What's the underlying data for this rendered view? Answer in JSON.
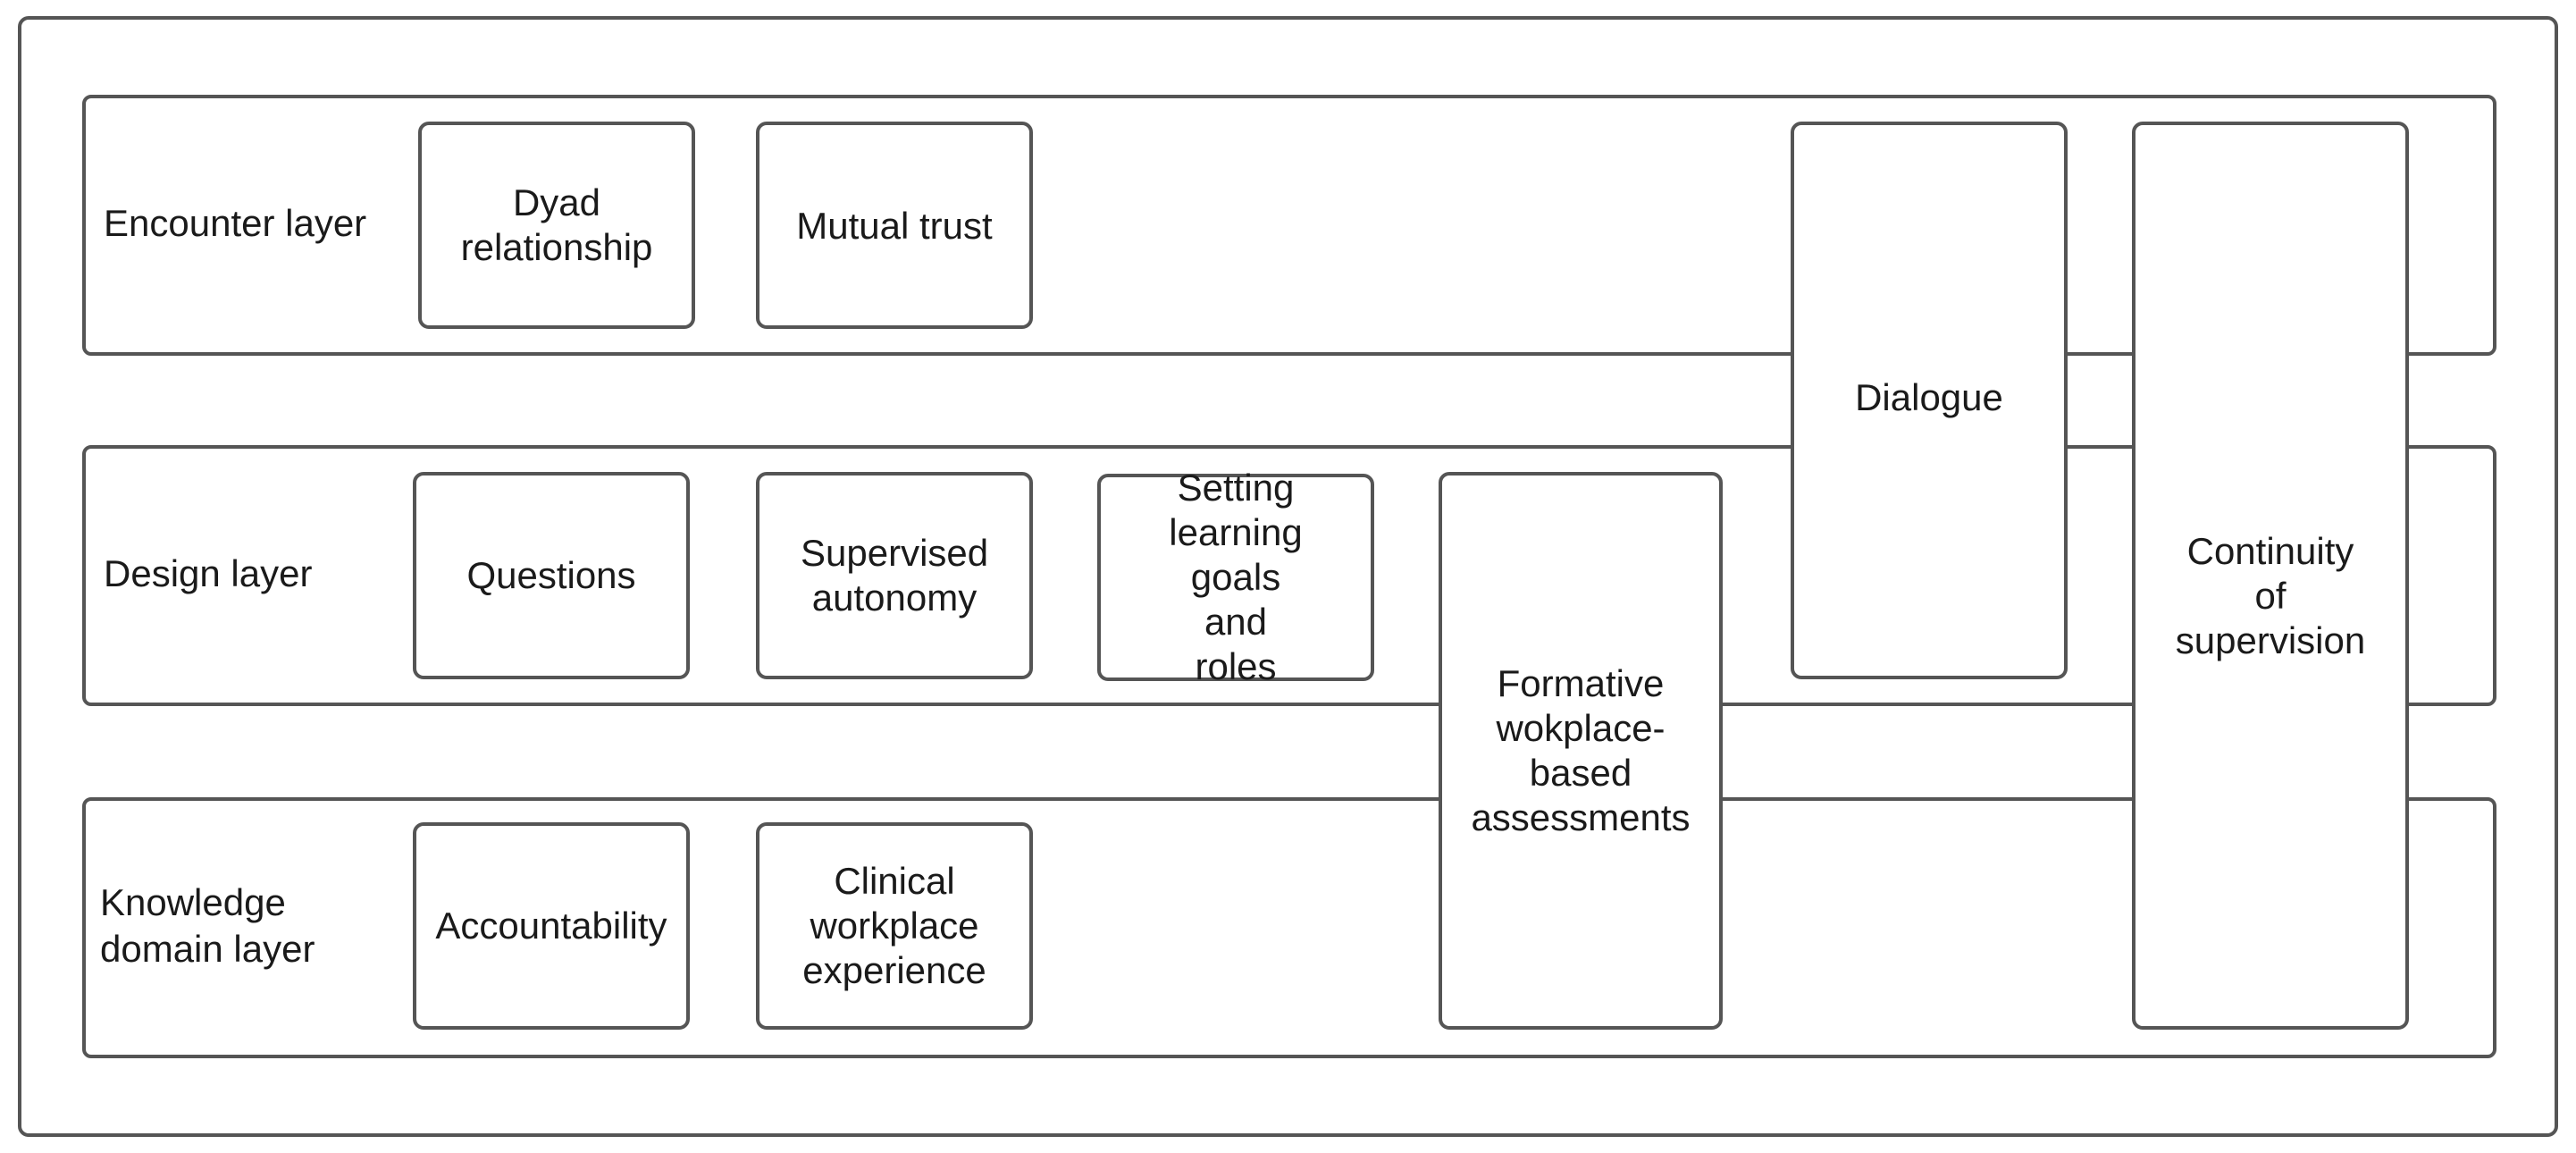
{
  "layers": {
    "encounter": {
      "label": "Encounter layer",
      "items": [
        "Dyad relationship",
        "Mutual trust"
      ]
    },
    "design": {
      "label": "Design layer",
      "items": [
        "Questions",
        "Supervised autonomy",
        "Setting learning goals and roles"
      ]
    },
    "knowledge": {
      "label": "Knowledge domain layer",
      "items": [
        "Accountability",
        "Clinical workplace experience"
      ]
    }
  },
  "spanning": {
    "formative": "Formative wokplace-based assessments",
    "dialogue": "Dialogue",
    "continuity": "Continuity of supervision"
  },
  "colors": {
    "border": "#555555",
    "text": "#1a1a1a",
    "background": "#ffffff"
  }
}
